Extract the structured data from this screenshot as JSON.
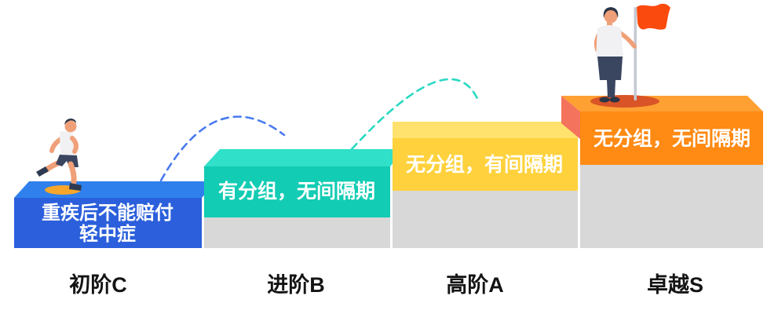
{
  "stage": {
    "background": "#FFFFFF",
    "base_color": "#D8D8D8"
  },
  "steps": [
    {
      "id": "C",
      "label": "初阶C",
      "caption_lines": [
        "重疾后不能赔付",
        "轻中症"
      ],
      "front_color": "#2B5FDB",
      "top_color": "#2F80ED"
    },
    {
      "id": "B",
      "label": "进阶B",
      "caption_lines": [
        "有分组，无间隔期"
      ],
      "front_color": "#12CCB3",
      "top_color": "#30E0C8"
    },
    {
      "id": "A",
      "label": "高阶A",
      "caption_lines": [
        "无分组，有间隔期"
      ],
      "front_color": "#FFD23D",
      "top_color": "#FFE26E"
    },
    {
      "id": "S",
      "label": "卓越S",
      "caption_lines": [
        "无分组，无间隔期"
      ],
      "front_color": "#FF8A14",
      "top_color": "#FFA033",
      "side_color": "#F4735C"
    }
  ],
  "arcs": {
    "blue_color": "#4A7BF0",
    "teal_color": "#2AD9C2"
  },
  "figures": {
    "runner_icon": "running-person",
    "runner_shadow_color": "#F5A62B",
    "flag_person_icon": "person-with-flag",
    "flag_icon": "red-flag",
    "flag_color": "#FB4A0D",
    "pole_color": "#C4C9D2",
    "flag_shadow_color": "#D95426",
    "skin_color": "#F0A078",
    "shirt_color": "#F1F1F3",
    "pants_color": "#3A4660",
    "hair_color": "#2A3547"
  },
  "text_colors": {
    "caption": "#FFFFFF",
    "label": "#141414"
  }
}
